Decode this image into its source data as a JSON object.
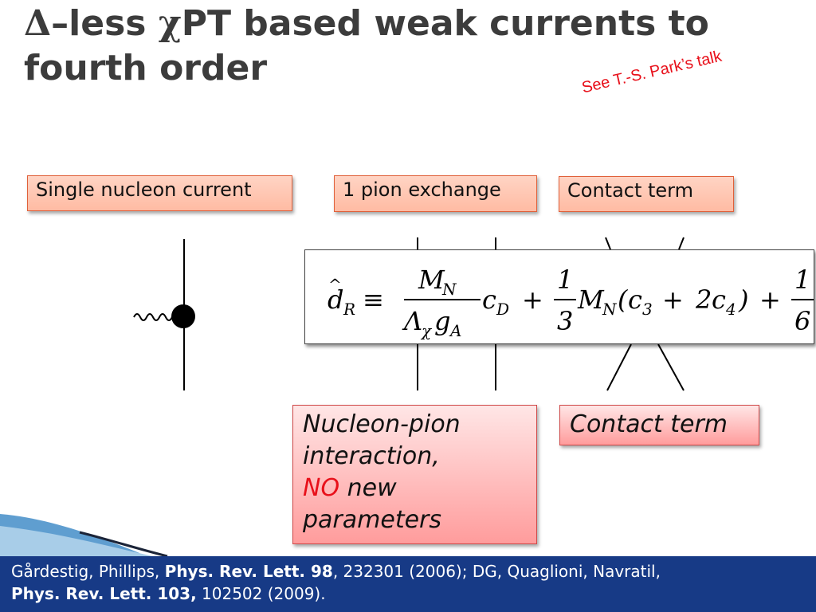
{
  "title": {
    "delta": "Δ",
    "part1": "–less ",
    "chi": "χ",
    "part2": "PT based weak currents to fourth order"
  },
  "note": "See T.-S. Park’s talk",
  "labels": {
    "single": "Single nucleon current",
    "pion": "1 pion exchange",
    "contact": "Contact term"
  },
  "boxes": {
    "np_line1": "Nucleon-pion",
    "np_line2": "interaction,",
    "np_no": "NO",
    "np_new": " new",
    "np_line4": "parameters",
    "contact": "Contact term"
  },
  "formula": {
    "lhs_d": "d",
    "lhs_sub": "R",
    "equiv": "≡",
    "frac1_num_M": "M",
    "frac1_num_sub": "N",
    "frac1_den_L": "Λ",
    "frac1_den_chi": "χ",
    "frac1_den_g": "g",
    "frac1_den_gsub": "A",
    "cD": "c",
    "cD_sub": "D",
    "plus": "+",
    "frac2_num": "1",
    "frac2_den": "3",
    "term2": "M",
    "term2_sub": "N",
    "paren_open": "(",
    "c3": "c",
    "c3_sub": "3",
    "plus2": "+",
    "two": "2",
    "c4": "c",
    "c4_sub": "4",
    "paren_close": ")",
    "plus3": "+",
    "frac3_num": "1",
    "frac3_den": "6"
  },
  "reference": {
    "authors1": "Gårdestig, Phillips, ",
    "journal1": "Phys. Rev. Lett. 98",
    "rest1": ", 232301 (2006); DG, Quaglioni, Navratil,",
    "journal2": "Phys. Rev. Lett. 103,",
    "rest2": " 102502 (2009)."
  },
  "colors": {
    "banner": "#173a86",
    "note": "#e8101a",
    "label_fill": "#ffbba3",
    "box_fill": "#ff9c9c"
  }
}
